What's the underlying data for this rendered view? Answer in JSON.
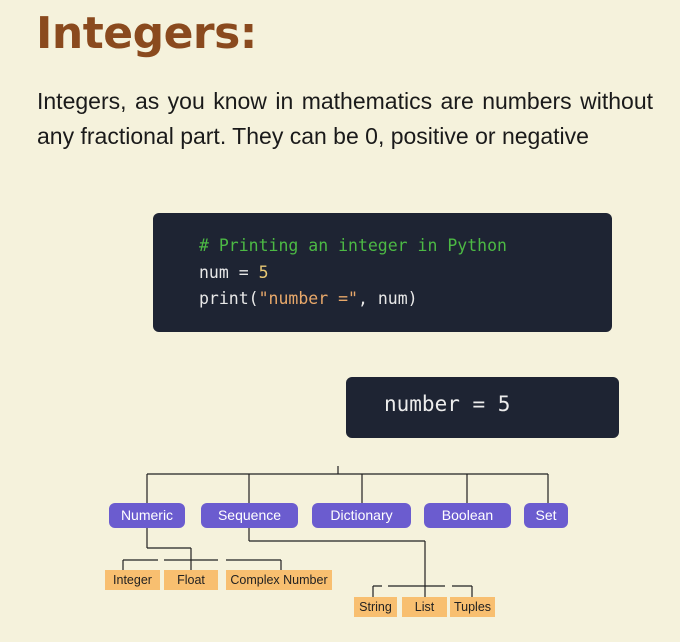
{
  "heading": "Integers:",
  "paragraph": "Integers, as you know in mathematics are numbers without any fractional part. They can be 0, positive or negative",
  "code": {
    "comment": "# Printing an integer in Python",
    "line2_var": "num = ",
    "line2_num": "5",
    "line3_fn": "print(",
    "line3_str": "\"number =\"",
    "line3_rest": ", num)"
  },
  "output": "number = 5",
  "diagram": {
    "types": [
      "Numeric",
      "Sequence",
      "Dictionary",
      "Boolean",
      "Set"
    ],
    "numeric_children": [
      "Integer",
      "Float",
      "Complex Number"
    ],
    "sequence_children": [
      "String",
      "List",
      "Tuples"
    ]
  },
  "colors": {
    "heading": "#8a4a1e",
    "background": "#f5f2dc",
    "code_bg": "#1e2433",
    "pill": "#6b5ccf",
    "leaf": "#f8bf70"
  }
}
